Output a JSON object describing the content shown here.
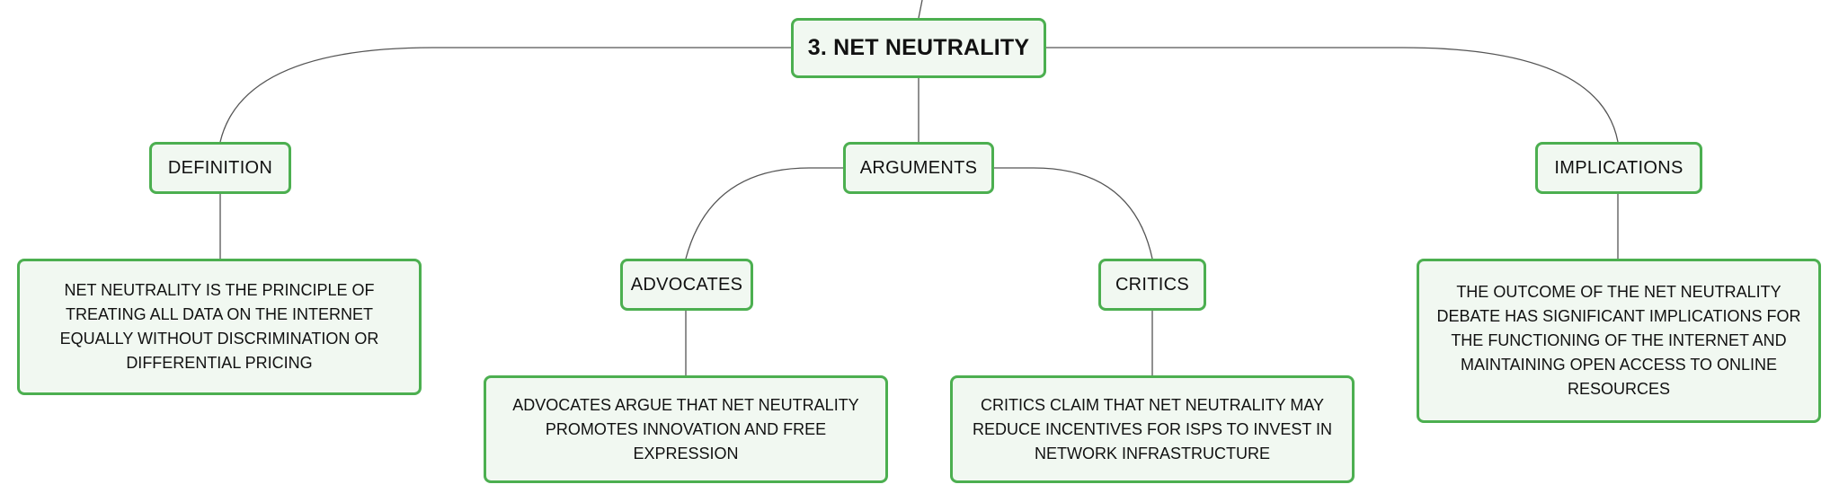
{
  "map": {
    "root": {
      "label": "3. NET NEUTRALITY"
    },
    "definition": {
      "label": "DEFINITION",
      "detail": "NET NEUTRALITY IS THE PRINCIPLE OF TREATING ALL DATA ON THE INTERNET EQUALLY WITHOUT DISCRIMINATION OR DIFFERENTIAL PRICING"
    },
    "arguments": {
      "label": "ARGUMENTS",
      "advocates": {
        "label": "ADVOCATES",
        "detail": "ADVOCATES ARGUE THAT NET NEUTRALITY PROMOTES INNOVATION AND FREE EXPRESSION"
      },
      "critics": {
        "label": "CRITICS",
        "detail": "CRITICS CLAIM THAT NET NEUTRALITY MAY REDUCE INCENTIVES FOR ISPS TO INVEST IN NETWORK INFRASTRUCTURE"
      }
    },
    "implications": {
      "label": "IMPLICATIONS",
      "detail": "THE OUTCOME OF THE NET NEUTRALITY DEBATE HAS SIGNIFICANT IMPLICATIONS FOR THE FUNCTIONING OF THE INTERNET AND MAINTAINING OPEN ACCESS TO ONLINE RESOURCES"
    }
  },
  "colors": {
    "node_border": "#4caf50",
    "node_fill": "#f1f8f1",
    "connector": "#555555"
  }
}
